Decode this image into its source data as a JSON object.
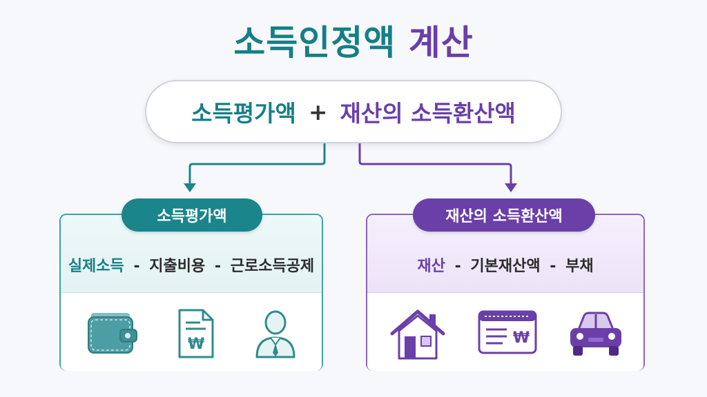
{
  "title": {
    "part1": "소득인정액",
    "part2": "계산"
  },
  "formula": {
    "term1": "소득평가액",
    "operator": "+",
    "term2": "재산의 소득환산액"
  },
  "left_card": {
    "label": "소득평가액",
    "equation": {
      "term1": "실제소득",
      "op1": "-",
      "term2": "지출비용",
      "op2": "-",
      "term3": "근로소득공제"
    },
    "icons": [
      "wallet-icon",
      "document-won-icon",
      "person-icon"
    ]
  },
  "right_card": {
    "label": "재산의 소득환산액",
    "equation": {
      "term1": "재산",
      "op1": "-",
      "term2": "기본재산액",
      "op2": "-",
      "term3": "부채"
    },
    "icons": [
      "house-icon",
      "bankbook-won-icon",
      "car-icon"
    ]
  },
  "colors": {
    "teal": "#157f86",
    "purple": "#6a3fa8",
    "won_symbol": "₩"
  }
}
